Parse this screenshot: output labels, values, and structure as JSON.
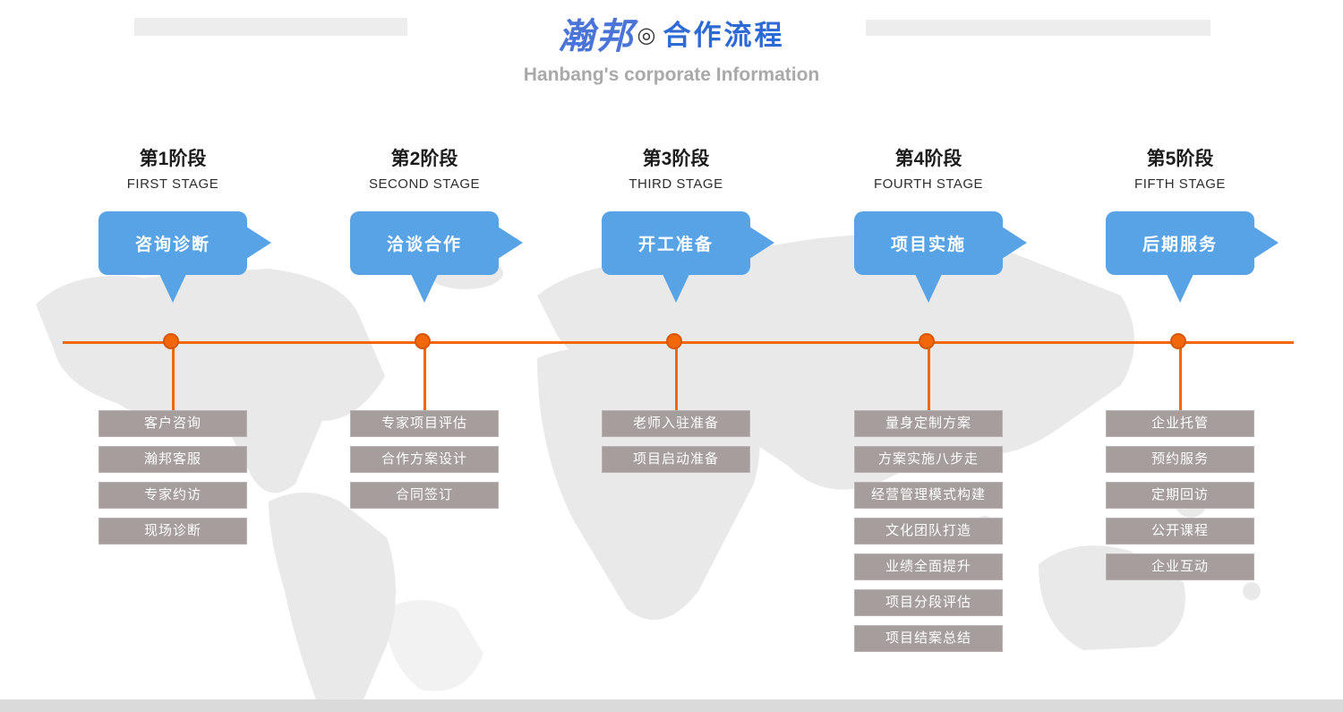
{
  "header": {
    "logo": "瀚邦",
    "separator": "◎",
    "title": "合作流程",
    "subtitle": "Hanbang's corporate Information"
  },
  "colors": {
    "logo_blue": "#4a74d8",
    "title_blue": "#2e6ad3",
    "bubble_blue": "#58a3e6",
    "timeline_orange": "#f2670a",
    "box_gray": "#a69d9d"
  },
  "stages": [
    {
      "label_cn": "第1阶段",
      "label_en": "FIRST STAGE",
      "bubble": "咨询诊断",
      "items": [
        "客户咨询",
        "瀚邦客服",
        "专家约访",
        "现场诊断"
      ]
    },
    {
      "label_cn": "第2阶段",
      "label_en": "SECOND STAGE",
      "bubble": "洽谈合作",
      "items": [
        "专家项目评估",
        "合作方案设计",
        "合同签订"
      ]
    },
    {
      "label_cn": "第3阶段",
      "label_en": "THIRD STAGE",
      "bubble": "开工准备",
      "items": [
        "老师入驻准备",
        "项目启动准备"
      ]
    },
    {
      "label_cn": "第4阶段",
      "label_en": "FOURTH STAGE",
      "bubble": "项目实施",
      "items": [
        "量身定制方案",
        "方案实施八步走",
        "经营管理模式构建",
        "文化团队打造",
        "业绩全面提升",
        "项目分段评估",
        "项目结案总结"
      ]
    },
    {
      "label_cn": "第5阶段",
      "label_en": "FIFTH STAGE",
      "bubble": "后期服务",
      "items": [
        "企业托管",
        "预约服务",
        "定期回访",
        "公开课程",
        "企业互动"
      ]
    }
  ]
}
